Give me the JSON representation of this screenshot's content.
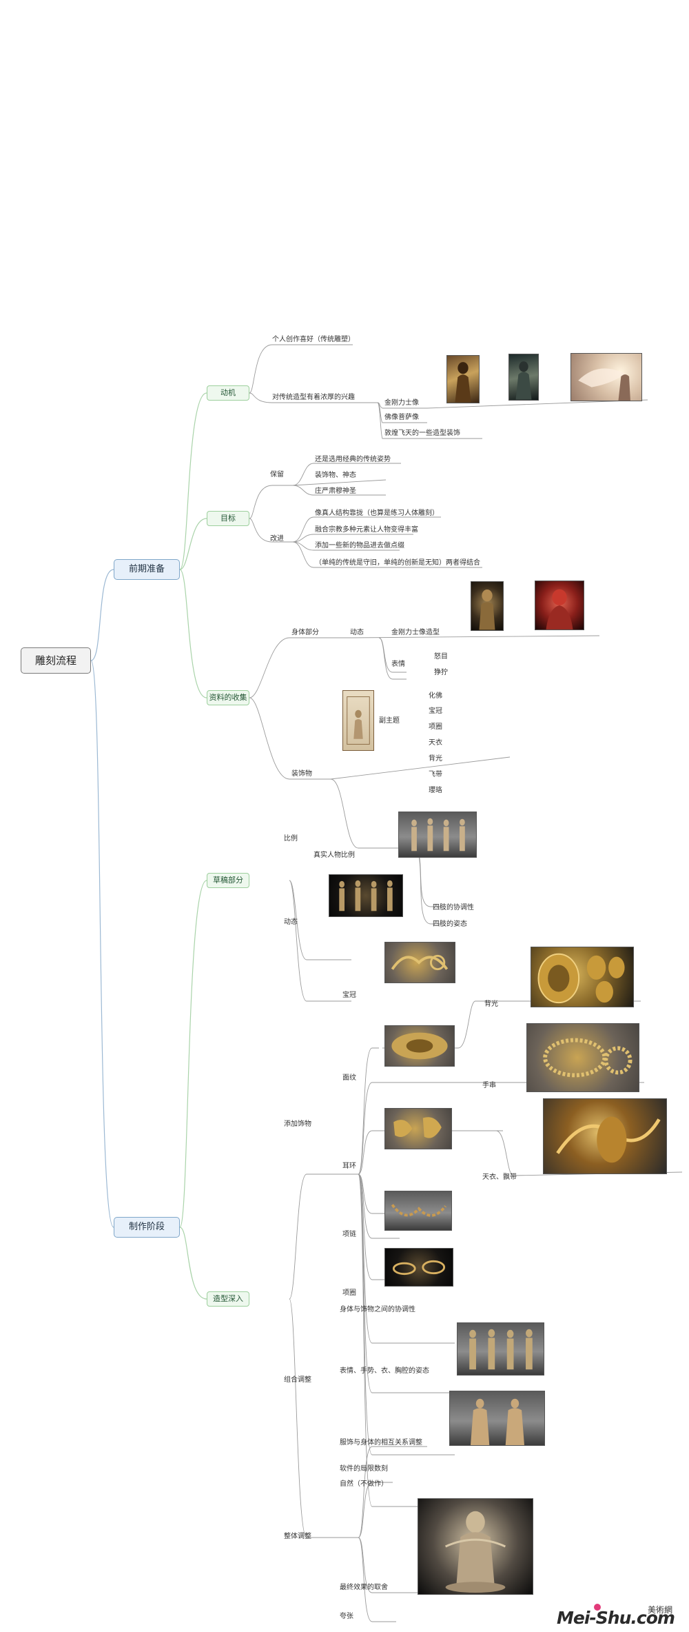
{
  "root": "雕刻流程",
  "prep": {
    "label": "前期准备",
    "motive": {
      "label": "动机",
      "items": [
        "个人创作喜好（传统雕塑）",
        "对传统造型有着浓厚的兴趣"
      ],
      "sub": [
        "金刚力士像",
        "佛像菩萨像",
        "敦煌飞天的一些造型装饰"
      ]
    },
    "goal": {
      "label": "目标",
      "keep": "保留",
      "keep_items": [
        "还是选用经典的传统姿势",
        "装饰物、神态",
        "庄严肃穆神圣"
      ],
      "improve": "改进",
      "improve_items": [
        "像真人结构靠拢（也算是练习人体雕刻）",
        "融合宗教多种元素让人物变得丰富",
        "添加一些新的物品进去做点缀",
        "（单纯的传统是守旧，单纯的创新是无知）两者得结合"
      ]
    },
    "ref": {
      "label": "资料的收集",
      "body": "身体部分",
      "dynamic": "动态",
      "vajra": "金刚力士像造型",
      "expression": "表情",
      "expr_items": [
        "怒目",
        "狰狞"
      ],
      "ornament": "装饰物",
      "fu": "副主题",
      "orn_items": [
        "化佛",
        "宝冠",
        "项圈",
        "天衣",
        "背光",
        "飞带",
        "瓔珞"
      ]
    }
  },
  "make": {
    "label": "制作阶段",
    "sketch": {
      "label": "草稿部分",
      "ratio": "比例",
      "real": "真实人物比例",
      "pose": "动态",
      "pose_items": [
        "四肢的协调性",
        "四肢的姿态"
      ]
    },
    "deep": {
      "label": "造型深入",
      "add": "添加饰物",
      "add_items": [
        "宝冠",
        "面纹",
        "耳环",
        "项链",
        "项圈"
      ],
      "add_right": [
        "背光",
        "手串",
        "天衣、飘带"
      ],
      "combine": "组合调整",
      "combine_items": [
        "身体与饰物之间的协调性",
        "表情、手势、衣、胸腔的姿态",
        "服饰与身体的相互关系调整"
      ],
      "whole": "整体调整",
      "whole_items": [
        "软件的局限数刻",
        "自然（不做作）",
        "最终效果的取舍",
        "夸张"
      ]
    }
  },
  "watermark": {
    "main": "Mei-Shu.com",
    "cn": "美術網"
  },
  "colors": {
    "l1_border": "#7ea6c9",
    "l2_border": "#9ccf9c",
    "wire_blue": "#9bb8d3",
    "wire_green": "#a9d3a9",
    "wire_grey": "#9a9a9a"
  }
}
